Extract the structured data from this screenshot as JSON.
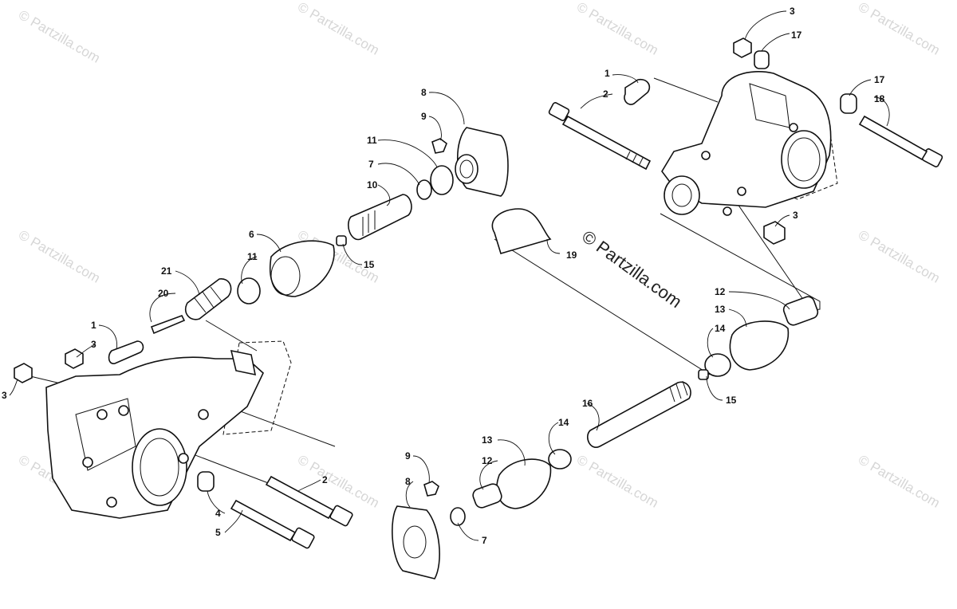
{
  "watermark": {
    "text": "© Partzilla.com",
    "center_text": "© Partzilla.com"
  },
  "callouts": [
    {
      "id": "c3a",
      "label": "3"
    },
    {
      "id": "c17a",
      "label": "17"
    },
    {
      "id": "c1a",
      "label": "1"
    },
    {
      "id": "c2a",
      "label": "2"
    },
    {
      "id": "c17b",
      "label": "17"
    },
    {
      "id": "c18",
      "label": "18"
    },
    {
      "id": "c3b",
      "label": "3"
    },
    {
      "id": "c8a",
      "label": "8"
    },
    {
      "id": "c9a",
      "label": "9"
    },
    {
      "id": "c11a",
      "label": "11"
    },
    {
      "id": "c7a",
      "label": "7"
    },
    {
      "id": "c10",
      "label": "10"
    },
    {
      "id": "c6",
      "label": "6"
    },
    {
      "id": "c11b",
      "label": "11"
    },
    {
      "id": "c15a",
      "label": "15"
    },
    {
      "id": "c21",
      "label": "21"
    },
    {
      "id": "c20",
      "label": "20"
    },
    {
      "id": "c1b",
      "label": "1"
    },
    {
      "id": "c3c",
      "label": "3"
    },
    {
      "id": "c3d",
      "label": "3"
    },
    {
      "id": "c19",
      "label": "19"
    },
    {
      "id": "c12a",
      "label": "12"
    },
    {
      "id": "c13a",
      "label": "13"
    },
    {
      "id": "c14a",
      "label": "14"
    },
    {
      "id": "c15b",
      "label": "15"
    },
    {
      "id": "c16",
      "label": "16"
    },
    {
      "id": "c14b",
      "label": "14"
    },
    {
      "id": "c13b",
      "label": "13"
    },
    {
      "id": "c12b",
      "label": "12"
    },
    {
      "id": "c9b",
      "label": "9"
    },
    {
      "id": "c8b",
      "label": "8"
    },
    {
      "id": "c7b",
      "label": "7"
    },
    {
      "id": "c2b",
      "label": "2"
    },
    {
      "id": "c4",
      "label": "4"
    },
    {
      "id": "c5",
      "label": "5"
    }
  ]
}
